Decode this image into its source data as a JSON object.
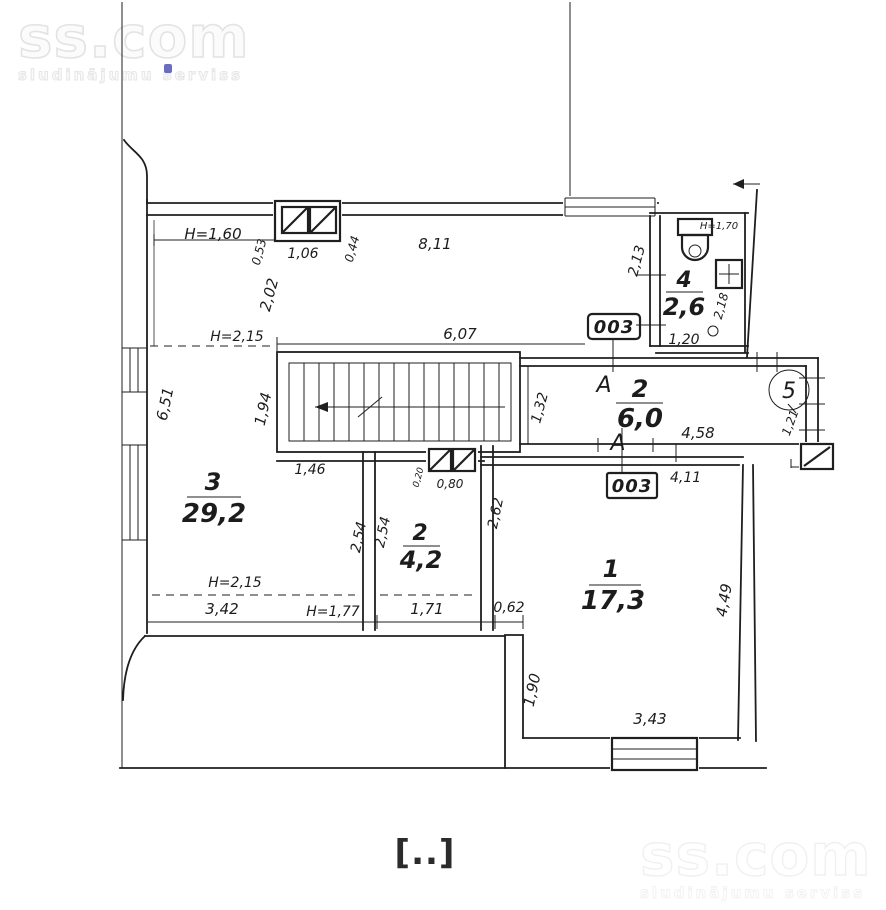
{
  "watermark": {
    "brand": "ss.com",
    "tagline": "sludinājumu serviss"
  },
  "caption": "[..]",
  "plan": {
    "rooms": [
      {
        "key": "room-1",
        "number": "1",
        "area": "17,3"
      },
      {
        "key": "room-2-hall",
        "number": "2",
        "area": "6,0"
      },
      {
        "key": "room-2-small",
        "number": "2",
        "area": "4,2"
      },
      {
        "key": "room-3",
        "number": "3",
        "area": "29,2"
      },
      {
        "key": "room-4-wc",
        "number": "4",
        "area": "2,6"
      }
    ],
    "door_plates": {
      "plate_top": "003",
      "plate_bottom": "003"
    },
    "section_marks": {
      "top": "A",
      "bottom": "A"
    },
    "position_marker": "5",
    "dims": {
      "h160": "H=1,60",
      "w053": "0,53",
      "w106": "1,06",
      "w044": "0,44",
      "w811": "8,11",
      "w202": "2,02",
      "w213": "2,13",
      "h170": "H=1,70",
      "w218": "2,18",
      "w120": "1,20",
      "h215a": "H=2,15",
      "w607": "6,07",
      "w651": "6,51",
      "w194": "1,94",
      "w132": "1,32",
      "w458": "4,58",
      "w121": "1,21",
      "w411": "4,11",
      "w146": "1,46",
      "w020": "0,20",
      "w080": "0,80",
      "w254a": "2,54",
      "w254b": "2,54",
      "w262": "2,62",
      "h215b": "H=2,15",
      "w342": "3,42",
      "h177": "H=1,77",
      "w171": "1,71",
      "w062": "0,62",
      "w449": "4,49",
      "w190": "1,90",
      "w343": "3,43"
    }
  }
}
